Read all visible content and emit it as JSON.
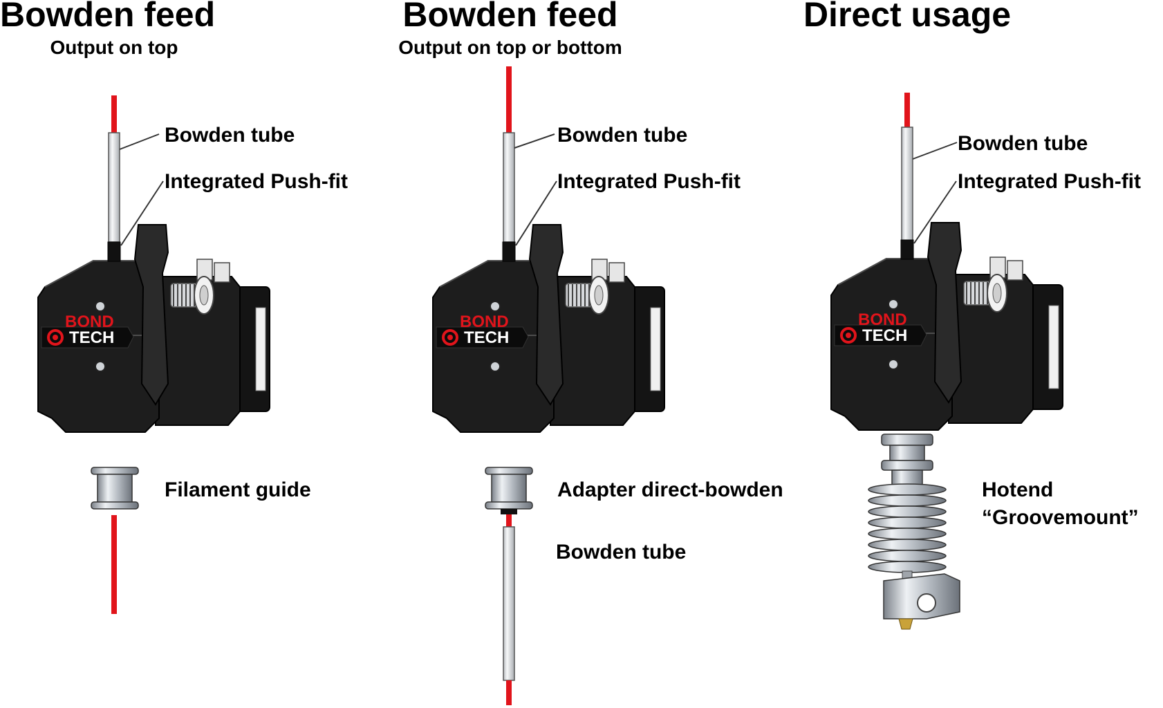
{
  "columns": [
    {
      "title": "Bowden feed",
      "subtitle": "Output on top",
      "labels": {
        "bowden_tube_top": "Bowden tube",
        "push_fit": "Integrated Push-fit",
        "bottom_part": "Filament guide"
      }
    },
    {
      "title": "Bowden feed",
      "subtitle": "Output on top or bottom",
      "labels": {
        "bowden_tube_top": "Bowden tube",
        "push_fit": "Integrated Push-fit",
        "bottom_part": "Adapter direct-bowden",
        "bowden_tube_bottom": "Bowden tube"
      }
    },
    {
      "title": "Direct usage",
      "subtitle": "",
      "labels": {
        "bowden_tube_top": "Bowden tube",
        "push_fit": "Integrated Push-fit",
        "hotend_line1": "Hotend",
        "hotend_line2": "“Groovemount”"
      }
    }
  ],
  "brand": {
    "line1": "BOND",
    "line2": "TECH"
  },
  "colors": {
    "filament": "#e1141b",
    "extruder_body": "#1d1d1d",
    "metal": "#c8cdd3",
    "tube": "#e6e8ea"
  }
}
